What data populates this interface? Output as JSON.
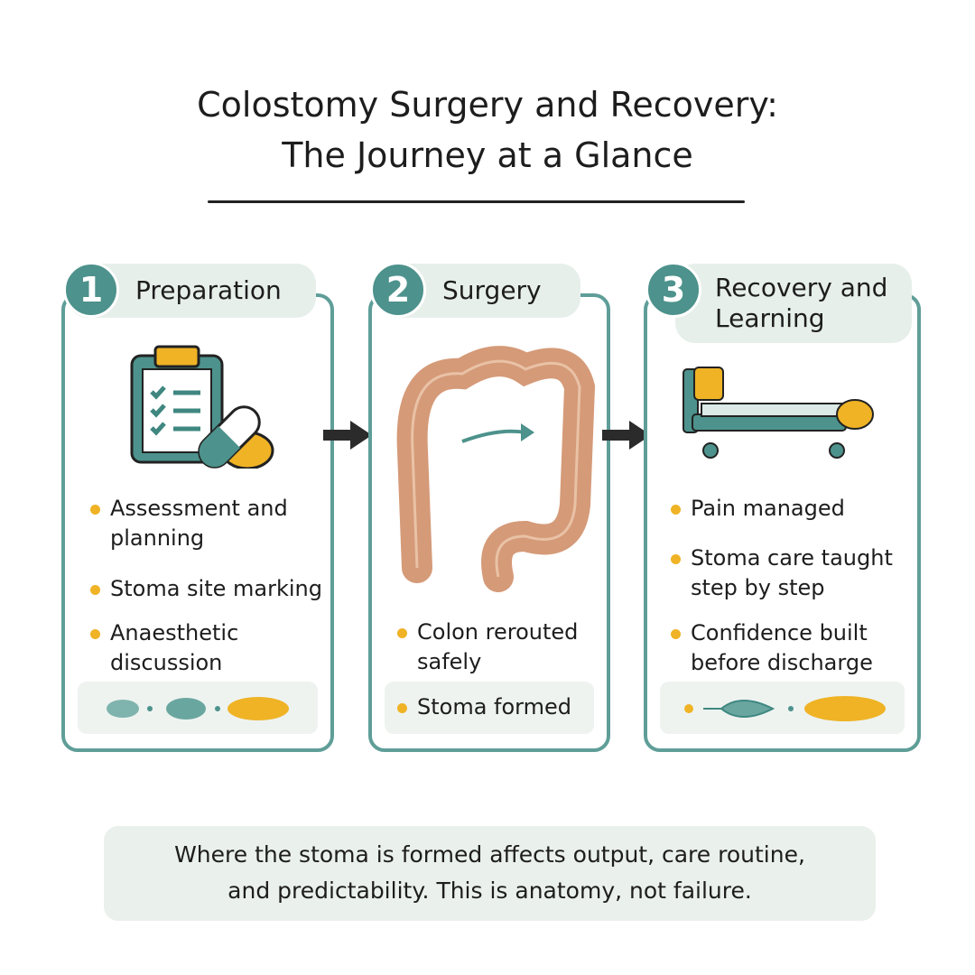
{
  "title": {
    "line1": "Colostomy Surgery and Recovery:",
    "line2": "The Journey at a Glance"
  },
  "steps": [
    {
      "number": "1",
      "title": "Preparation",
      "bullets": [
        "Assessment and planning",
        "Stoma site marking",
        "Anaesthetic discussion"
      ],
      "footer": ""
    },
    {
      "number": "2",
      "title": "Surgery",
      "bullets": [
        "Colon rerouted safely"
      ],
      "footer": "Stoma formed"
    },
    {
      "number": "3",
      "title": "Recovery and Learning",
      "bullets": [
        "Pain managed",
        "Stoma care taught step by step",
        "Confidence built before discharge"
      ],
      "footer": ""
    }
  ],
  "note": {
    "line1": "Where the stoma is formed affects output, care routine,",
    "line2": "and predictability. This is anatomy, not failure."
  },
  "colors": {
    "teal": "#4d928c",
    "yellow": "#efb325",
    "pill": "#e7efeb"
  }
}
